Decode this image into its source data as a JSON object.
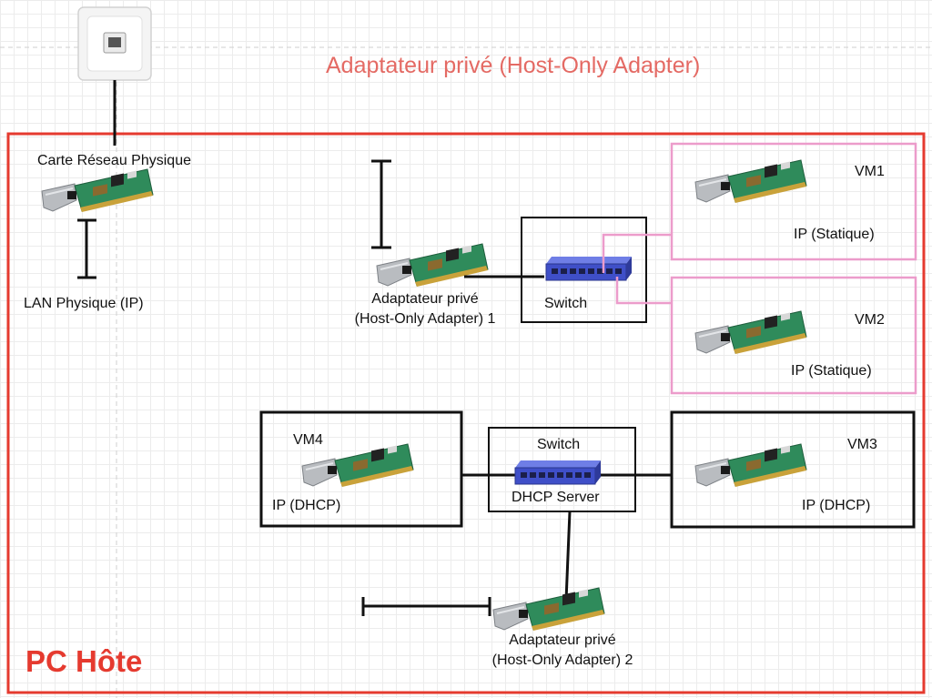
{
  "title": "Adaptateur privé (Host-Only Adapter)",
  "host_label": "PC Hôte",
  "physical": {
    "nic_label": "Carte Réseau Physique",
    "lan_label": "LAN Physique (IP)"
  },
  "adapter1": {
    "line1": "Adaptateur privé",
    "line2": "(Host-Only Adapter) 1"
  },
  "adapter2": {
    "line1": "Adaptateur privé",
    "line2": "(Host-Only Adapter) 2"
  },
  "switch1": {
    "label": "Switch"
  },
  "switch2": {
    "label": "Switch",
    "sublabel": "DHCP Server"
  },
  "vms": {
    "vm1": {
      "name": "VM1",
      "ip": "IP (Statique)"
    },
    "vm2": {
      "name": "VM2",
      "ip": "IP (Statique)"
    },
    "vm3": {
      "name": "VM3",
      "ip": "IP (DHCP)"
    },
    "vm4": {
      "name": "VM4",
      "ip": "IP (DHCP)"
    }
  },
  "icons": {
    "wall_jack": "ethernet-wall-jack-icon",
    "network_card": "network-card-icon",
    "switch": "network-switch-icon"
  },
  "colors": {
    "host_border": "#e53a2f",
    "title": "#e46a64",
    "static_vm_border": "#ec9ccb",
    "dhcp_vm_border": "#111111",
    "switch_blue": "#3f4fc8"
  }
}
